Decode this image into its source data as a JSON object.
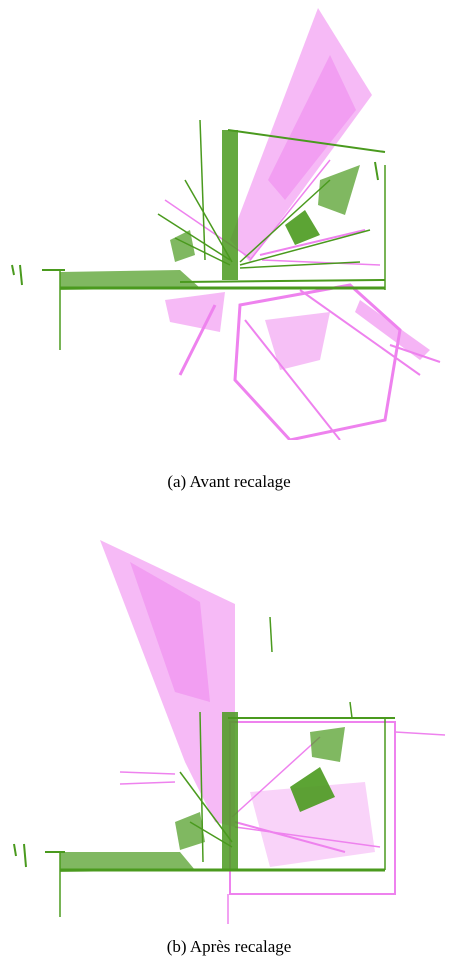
{
  "figure": {
    "subfigures": [
      {
        "tag": "(a)",
        "caption": "Avant recalage"
      },
      {
        "tag": "(b)",
        "caption": "Après recalage"
      }
    ],
    "colors": {
      "reference_scan": "#4a9a1e",
      "aligned_scan": "#ee82ee"
    }
  }
}
